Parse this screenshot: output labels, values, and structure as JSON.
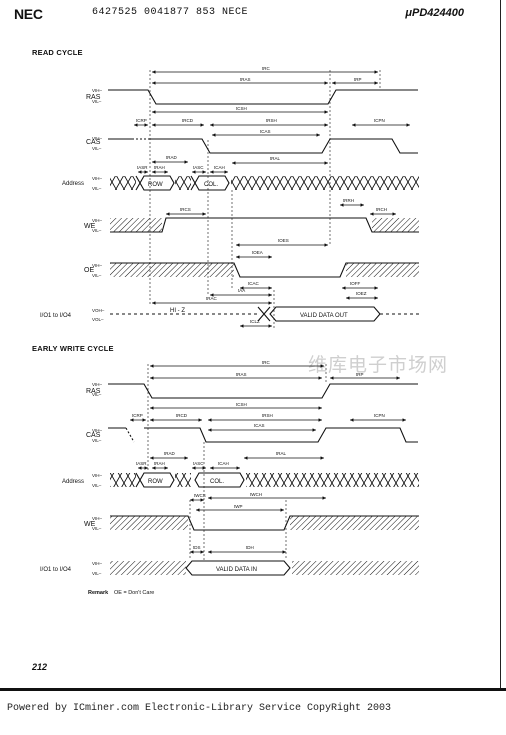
{
  "header": {
    "brand": "NEC",
    "code": "6427525 0041877 853 NECE",
    "part": "μPD424400"
  },
  "sections": {
    "read": "READ CYCLE",
    "write": "EARLY WRITE CYCLE"
  },
  "signals": {
    "ras": "RAS",
    "cas": "CAS",
    "address": "Address",
    "we": "WE",
    "oe": "OE",
    "io": "I/O1 to I/O4"
  },
  "levels": {
    "vih": "VIH–",
    "vil": "VIL–",
    "voh": "VOH–",
    "vol": "VOL–"
  },
  "boxes": {
    "row": "ROW",
    "col": "COL.",
    "valid_out": "VALID DATA OUT",
    "valid_in": "VALID DATA IN",
    "hiz": "HI - Z"
  },
  "timing_read": {
    "trc": "tRC",
    "tras": "tRAS",
    "trp": "tRP",
    "tcsh": "tCSH",
    "tcrp": "tCRP",
    "trcd": "tRCD",
    "trsh": "tRSH",
    "tcas": "tCAS",
    "tcpn": "tCPN",
    "tasr": "tASR",
    "trah": "tRAH",
    "trad": "tRAD",
    "tasc": "tASC",
    "tcah": "tCAH",
    "tral": "tRAL",
    "trrh": "tRRH",
    "trcs": "tRCS",
    "trch": "tRCH",
    "toes": "tOES",
    "toea": "tOEA",
    "toez": "tOEZ",
    "toff": "tOFF",
    "tcac": "tCAC",
    "taa": "tAA",
    "trac": "tRAC",
    "tclz": "tCLZ",
    "toez2": "tOEZ"
  },
  "timing_write": {
    "trc": "tRC",
    "tras": "tRAS",
    "trp": "tRP",
    "tcsh": "tCSH",
    "tcrp": "tCRP",
    "trcd": "tRCD",
    "trsh": "tRSH",
    "tcas": "tCAS",
    "tcpn": "tCPN",
    "tasr": "tASR",
    "trah": "tRAH",
    "trad": "tRAD",
    "tasc": "tASC",
    "tcah": "tCAH",
    "tral": "tRAL",
    "twch": "tWCH",
    "twcs": "tWCS",
    "twp": "tWP",
    "tds": "tDS",
    "tdh": "tDH"
  },
  "remark": {
    "label": "Remark",
    "text": "OE = Don't Care"
  },
  "page_number": "212",
  "watermark": "维库电子市场网",
  "footer": "Powered by ICminer.com Electronic-Library Service CopyRight 2003"
}
